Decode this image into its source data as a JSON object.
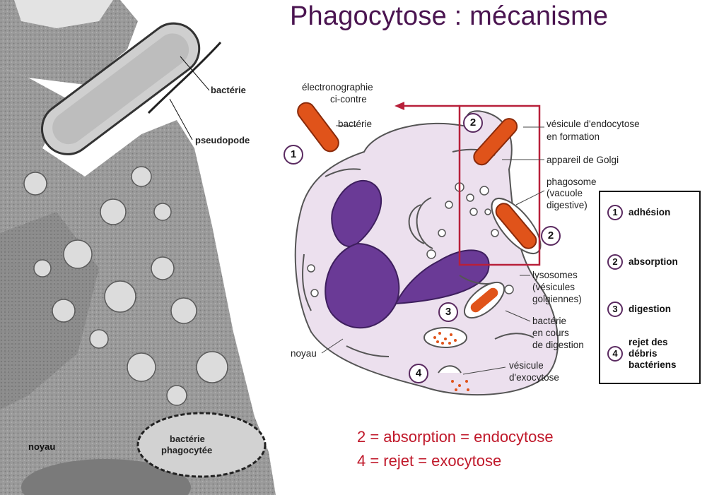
{
  "title": "Phagocytose : mécanisme",
  "micrograph": {
    "labels": {
      "bacterie": "bactérie",
      "pseudopode": "pseudopode",
      "noyau": "noyau",
      "bacterie_phagocytee_1": "bactérie",
      "bacterie_phagocytee_2": "phagocytée"
    }
  },
  "diagram": {
    "electronographie": [
      "électronographie",
      "ci-contre"
    ],
    "bacterie": "bactérie",
    "vesicule_endocytose": [
      "vésicule d'endocytose",
      "en formation"
    ],
    "golgi": "appareil de Golgi",
    "phagosome": [
      "phagosome",
      "(vacuole",
      "digestive)"
    ],
    "lysosomes": [
      "lysosomes",
      "(vésicules",
      "golgiennes)"
    ],
    "bacterie_digestion": [
      "bactérie",
      "en cours",
      "de digestion"
    ],
    "noyau": "noyau",
    "vesicule_exocytose": [
      "vésicule",
      "d'exocytose"
    ],
    "step_numbers": [
      "1",
      "2",
      "2",
      "3",
      "4"
    ]
  },
  "legend": [
    {
      "num": "1",
      "text": [
        "adhésion"
      ]
    },
    {
      "num": "2",
      "text": [
        "absorption"
      ]
    },
    {
      "num": "3",
      "text": [
        "digestion"
      ]
    },
    {
      "num": "4",
      "text": [
        "rejet des",
        "débris",
        "bactériens"
      ]
    }
  ],
  "notes": [
    "2 = absorption = endocytose",
    "4 = rejet = exocytose"
  ],
  "colors": {
    "title": "#4a1450",
    "note_red": "#c0182a",
    "cell_fill": "#ece0ee",
    "nucleus": "#6a3a96",
    "bacterium": "#e0531a",
    "frame_red": "#b8203a"
  }
}
